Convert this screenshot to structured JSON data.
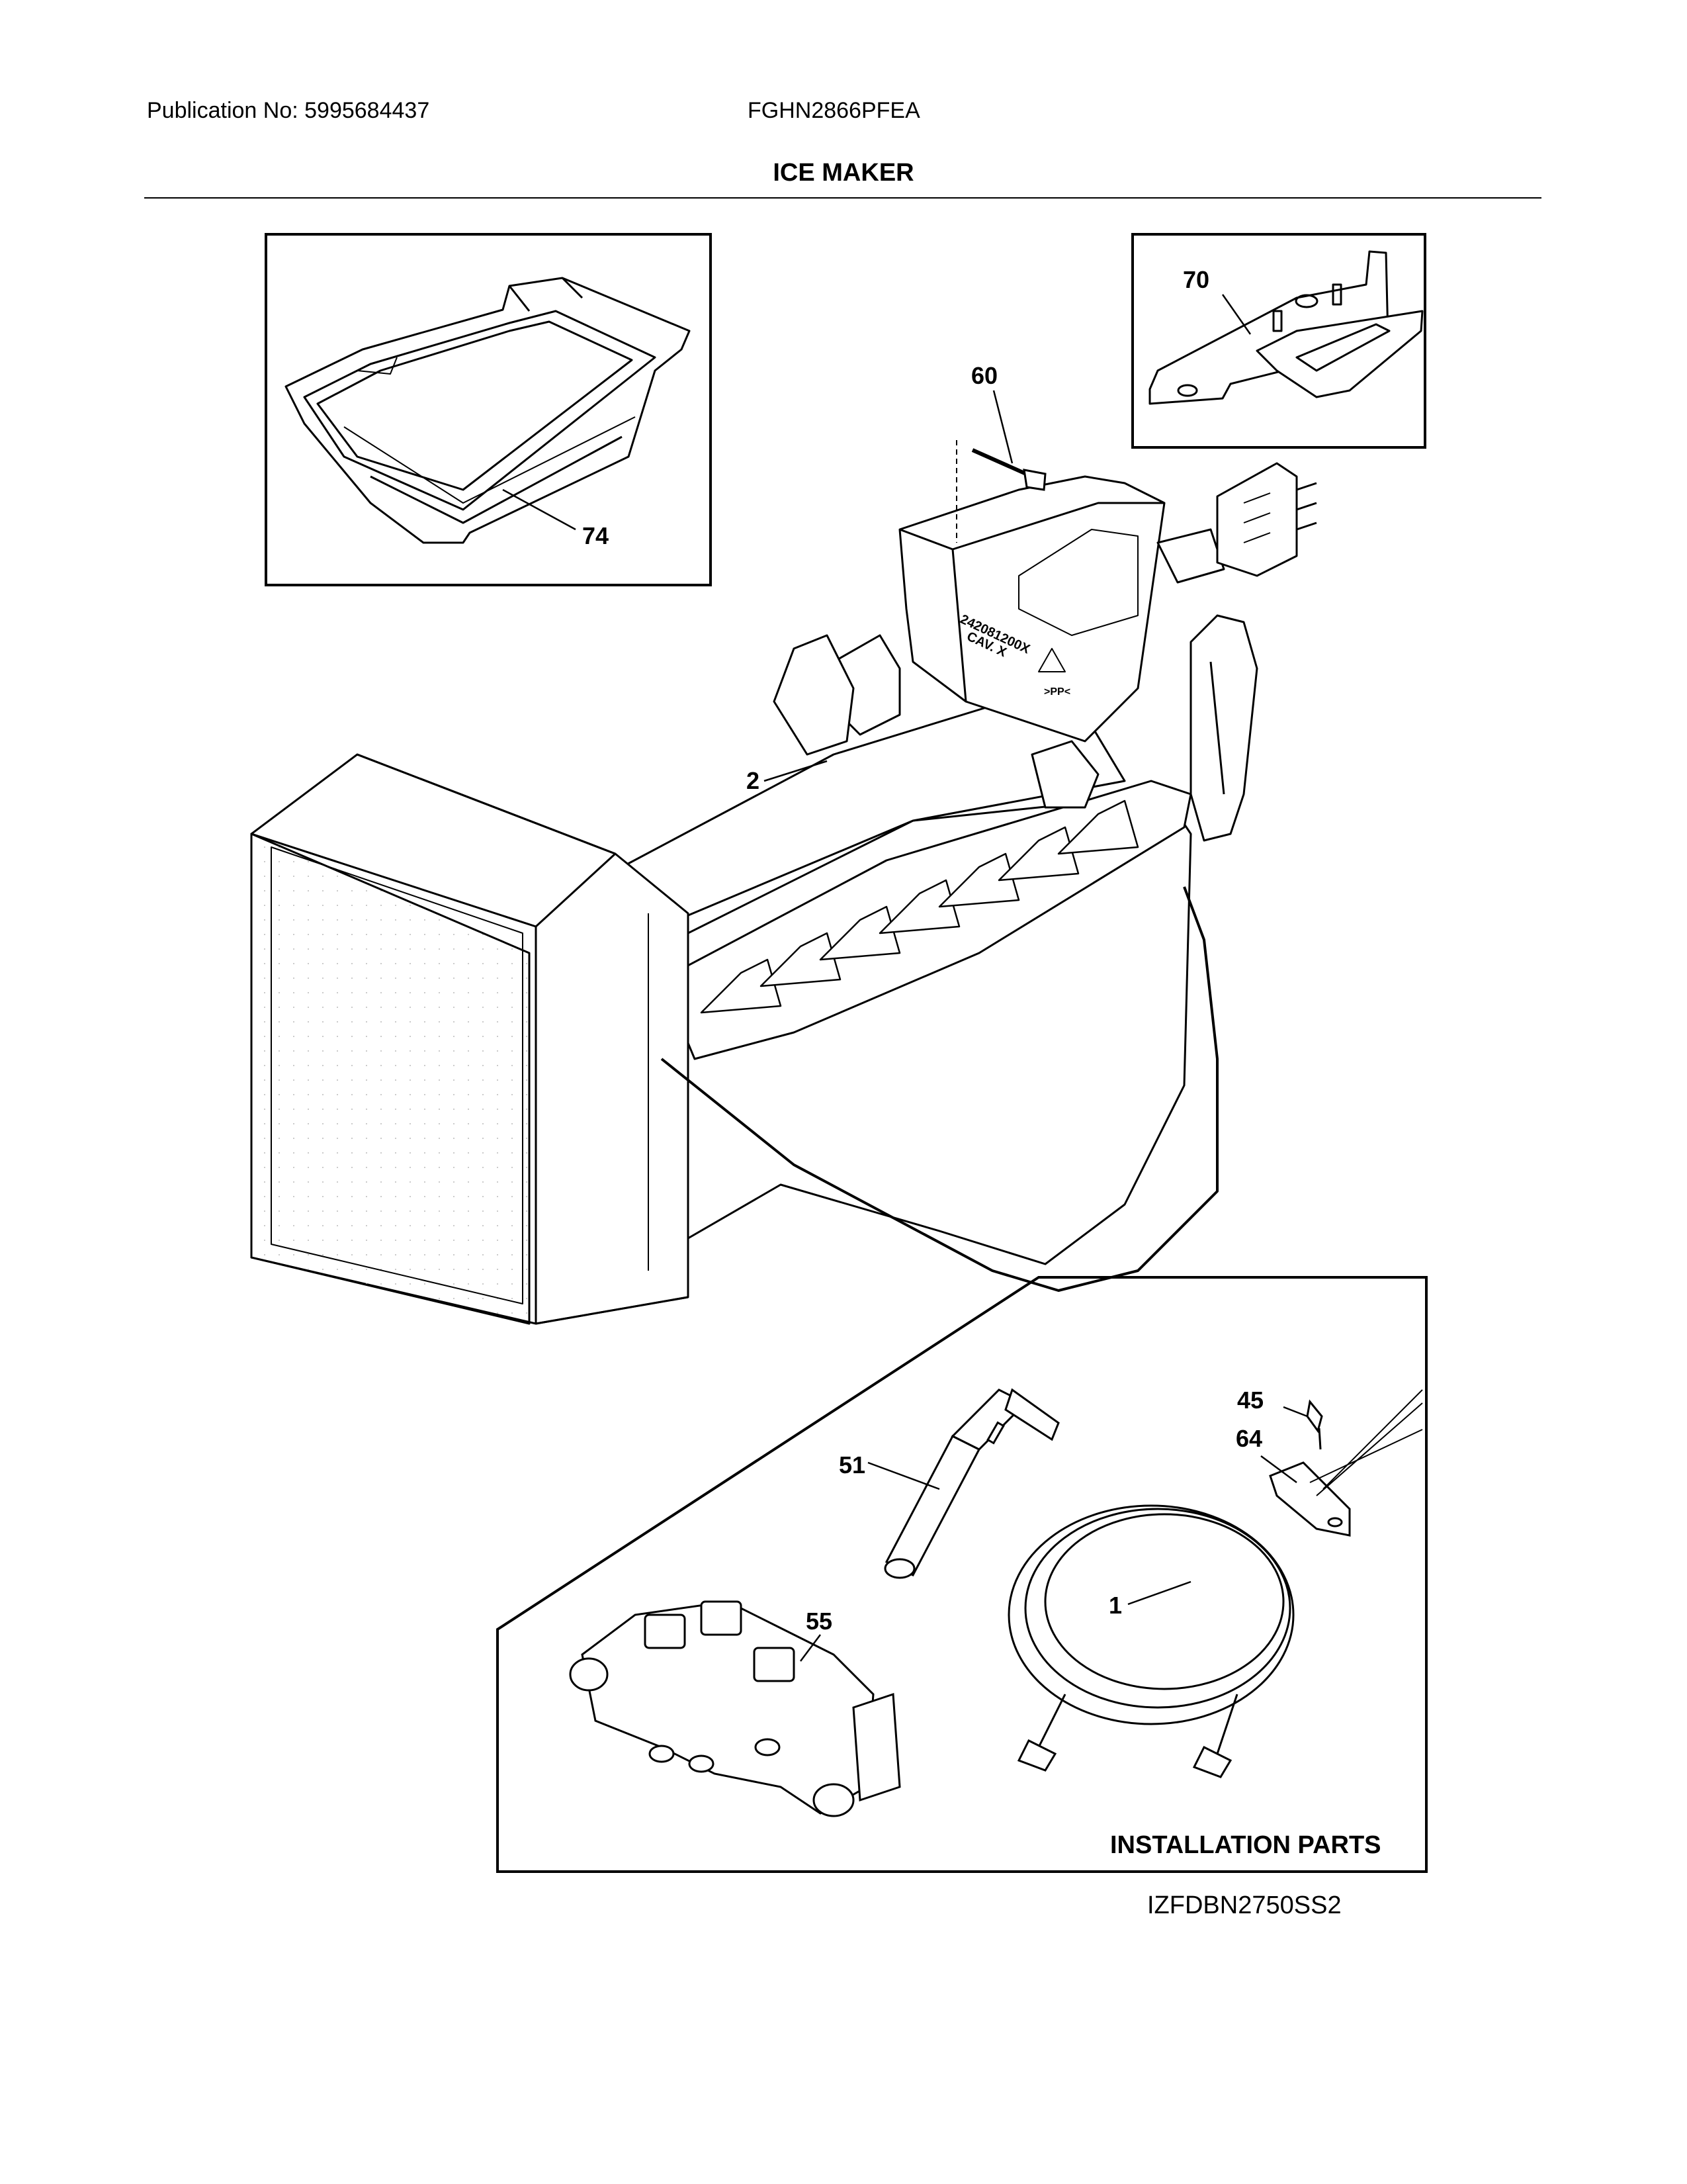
{
  "header": {
    "publication": "Publication No: 5995684437",
    "model": "FGHN2866PFEA"
  },
  "title": "ICE MAKER",
  "parts": {
    "p74": "74",
    "p70": "70",
    "p60": "60",
    "p2": "2",
    "p45": "45",
    "p64": "64",
    "p51": "51",
    "p55": "55",
    "p1": "1"
  },
  "part_marking": {
    "line1": "242081200X",
    "line2": "CAV. X",
    "recycle": ">PP<"
  },
  "installation_label": "INSTALLATION PARTS",
  "footer_code": "IZFDBN2750SS2"
}
